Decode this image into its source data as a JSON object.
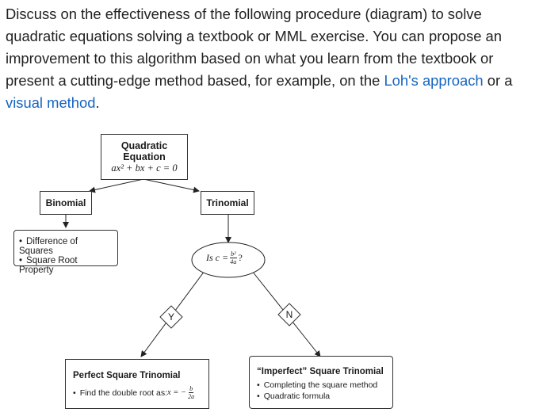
{
  "prompt": {
    "text_before": "Discuss on the effectiveness of the following procedure (diagram) to solve quadratic equations solving a textbook or MML exercise. You can propose an improvement to this algorithm based on what you learn from the textbook or present a cutting-edge method based, for example, on the ",
    "link1": "Loh's approach",
    "text_middle": "  or a ",
    "link2": "visual method",
    "text_after": "."
  },
  "diagram": {
    "root": {
      "line1": "Quadratic",
      "line2": "Equation",
      "equation": "ax² + bx + c = 0"
    },
    "binomial": "Binomial",
    "trinomial": "Trinomial",
    "binomial_methods": [
      "Difference of Squares",
      "Square Root Property"
    ],
    "test": {
      "prefix": "Is c =",
      "num": "b²",
      "den": "4a",
      "suffix": "?"
    },
    "yes": "Y",
    "no": "N",
    "perfect": {
      "title": "Perfect Square Trinomial",
      "item_prefix": "Find the double root as: ",
      "item_math": "x = −",
      "num": "b",
      "den": "2a"
    },
    "imperfect": {
      "title": "“Imperfect” Square Trinomial",
      "items": [
        "Completing the square method",
        "Quadratic formula"
      ]
    }
  }
}
